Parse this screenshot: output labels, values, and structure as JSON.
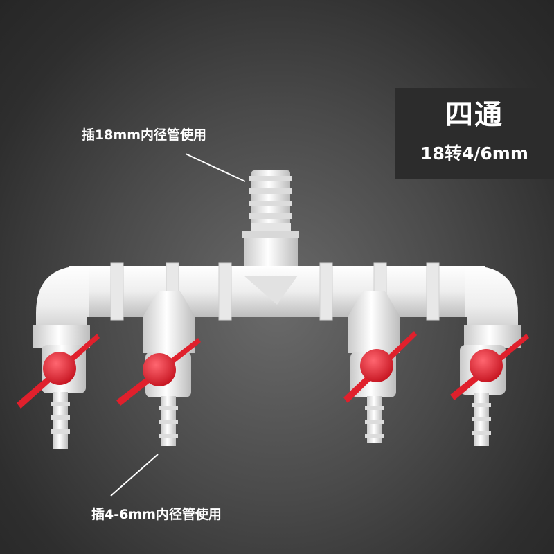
{
  "badge": {
    "title": "四通",
    "subtitle": "18转4/6mm"
  },
  "annotations": {
    "inlet_label": "插18mm内径管使用",
    "outlet_label": "插4-6mm内径管使用"
  },
  "colors": {
    "background": "#4a4a4a",
    "badge_background": "#2c2c2c",
    "pipe": "#f2f2f2",
    "valve_handle": "#e0202c"
  }
}
